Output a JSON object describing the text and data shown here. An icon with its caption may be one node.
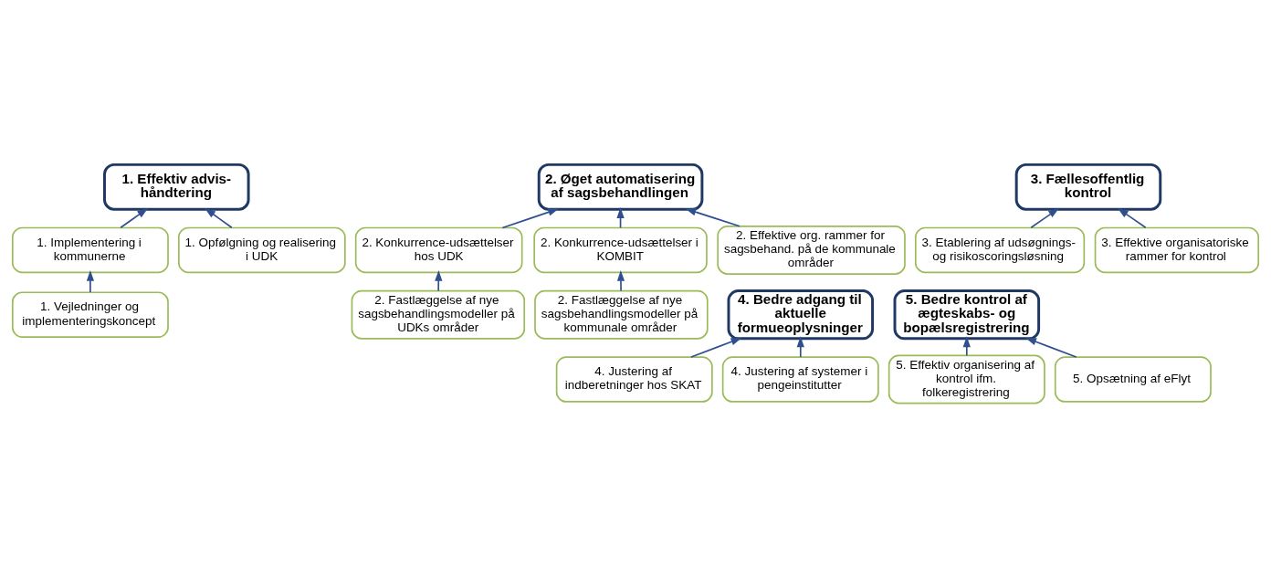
{
  "diagram": {
    "nodes": [
      {
        "text": [
          "1. Effektiv advis-håndtering"
        ]
      },
      {
        "text": [
          "1. Implementering i kommunerne"
        ]
      },
      {
        "text": [
          "1. Opfølgning og realisering i UDK"
        ]
      },
      {
        "text": [
          "1. Vejledninger og implementeringskoncept"
        ]
      },
      {
        "text": [
          "2. Øget automatisering af sagsbehandlingen"
        ]
      },
      {
        "text": [
          "2. Konkurrence-udsættelser hos UDK"
        ]
      },
      {
        "text": [
          "2. Konkurrence-udsættelser i KOMBIT"
        ]
      },
      {
        "text": [
          "2. Fastlæggelse af nye sagsbehandlingsmodeller på UDKs områder"
        ]
      },
      {
        "text": [
          "2. Fastlæggelse af nye sagsbehandlingsmodeller på kommunale områder"
        ]
      },
      {
        "text": [
          "2. Effektive org. rammer for sagsbehand. på de kommunale områder"
        ]
      },
      {
        "text": [
          "3. Fællesoffentlig kontrol"
        ]
      },
      {
        "text": [
          "3. Etablering af udsøgnings- og risikoscoringsløsning"
        ]
      },
      {
        "text": [
          "3. Effektive organisatoriske rammer for kontrol"
        ]
      },
      {
        "text": [
          "4. Bedre adgang til aktuelle formueoplysninger"
        ]
      },
      {
        "text": [
          "4. Justering af indberetninger hos SKAT"
        ]
      },
      {
        "text": [
          "4. Justering af systemer i pengeinstitutter"
        ]
      },
      {
        "text": [
          "5. Bedre kontrol af ægteskabs- og bopælsregistrering"
        ]
      },
      {
        "text": [
          "5. Effektiv organisering af kontrol ifm. folkeregistrering"
        ]
      },
      {
        "text": [
          "5. Opsætning af eFlyt"
        ]
      }
    ],
    "edges": [
      {
        "from": 1,
        "to": 0,
        "arrow": "to"
      },
      {
        "from": 2,
        "to": 0,
        "arrow": "to"
      },
      {
        "from": 3,
        "to": 1,
        "arrow": "to"
      },
      {
        "from": 5,
        "to": 4,
        "arrow": "to"
      },
      {
        "from": 6,
        "to": 4,
        "arrow": "to"
      },
      {
        "from": 7,
        "to": 5,
        "arrow": "to"
      },
      {
        "from": 8,
        "to": 6,
        "arrow": "to"
      },
      {
        "from": 9,
        "to": 4,
        "arrow": "to"
      },
      {
        "from": 11,
        "to": 10,
        "arrow": "to"
      },
      {
        "from": 12,
        "to": 10,
        "arrow": "to"
      },
      {
        "from": 14,
        "to": 13,
        "arrow": "to"
      },
      {
        "from": 15,
        "to": 13,
        "arrow": "to"
      },
      {
        "from": 17,
        "to": 16,
        "arrow": "to"
      },
      {
        "from": 18,
        "to": 16,
        "arrow": "to"
      }
    ]
  }
}
